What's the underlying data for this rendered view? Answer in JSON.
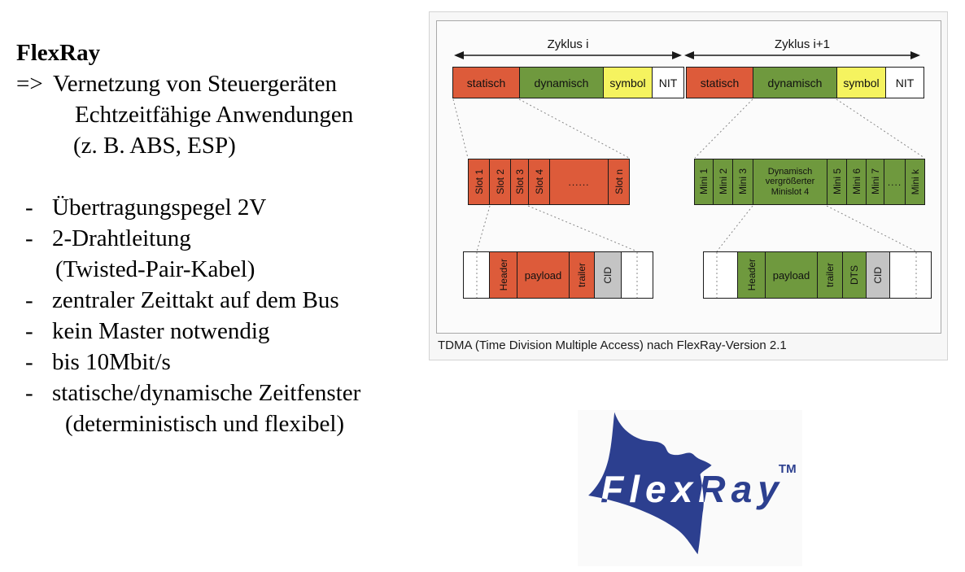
{
  "left": {
    "title": "FlexRay",
    "intro_prefix": "=>",
    "intro": [
      "Vernetzung von Steuergeräten",
      "Echtzeitfähige Anwendungen",
      "(z. B. ABS, ESP)"
    ],
    "dash": "-",
    "bullets": [
      {
        "text": "Übertragungspegel 2V"
      },
      {
        "text": "2-Drahtleitung",
        "cont": "(Twisted-Pair-Kabel)"
      },
      {
        "text": "zentraler Zeittakt auf dem Bus"
      },
      {
        "text": "kein Master notwendig"
      },
      {
        "text": "bis 10Mbit/s"
      },
      {
        "text": "statische/dynamische Zeitfenster",
        "cont": "(deterministisch und flexibel)"
      }
    ]
  },
  "diagram": {
    "caption": "TDMA (Time Division Multiple Access) nach FlexRay-Version 2.1",
    "cycles": [
      {
        "label": "Zyklus i",
        "segments": [
          "statisch",
          "dynamisch",
          "symbol",
          "NIT"
        ]
      },
      {
        "label": "Zyklus i+1",
        "segments": [
          "statisch",
          "dynamisch",
          "symbol",
          "NIT"
        ]
      }
    ],
    "static_slots": [
      "Slot 1",
      "Slot 2",
      "Slot 3",
      "Slot 4",
      "......",
      "Slot n"
    ],
    "mini_slots": [
      "Mini 1",
      "Mini 2",
      "Mini 3",
      "Dynamisch vergrößerter Minislot 4",
      "Mini 5",
      "Mini 6",
      "Mini 7",
      "....",
      "Mini k"
    ],
    "frame_static": [
      "Header",
      "payload",
      "trailer",
      "CID"
    ],
    "frame_dynamic": [
      "Header",
      "payload",
      "trailer",
      "DTS",
      "CID"
    ],
    "colors": {
      "static_segment": "#dd5b3a",
      "dynamic_segment": "#6f993e",
      "symbol_segment": "#f5f35f",
      "nit_segment": "#ffffff",
      "cid_segment": "#c4c4c4"
    }
  },
  "logo": {
    "text": "FlexRay",
    "tm": "TM",
    "color": "#2c3f8f"
  }
}
